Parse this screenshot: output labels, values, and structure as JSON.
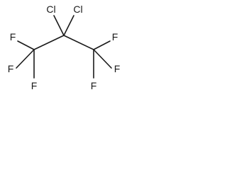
{
  "molecule": {
    "atoms": [
      {
        "element": "C",
        "label": ""
      },
      {
        "element": "C",
        "label": ""
      },
      {
        "element": "C",
        "label": ""
      },
      {
        "element": "Cl",
        "label": "Cl"
      },
      {
        "element": "Cl",
        "label": "Cl"
      },
      {
        "element": "F",
        "label": "F"
      },
      {
        "element": "F",
        "label": "F"
      },
      {
        "element": "F",
        "label": "F"
      },
      {
        "element": "F",
        "label": "F"
      },
      {
        "element": "F",
        "label": "F"
      },
      {
        "element": "F",
        "label": "F"
      }
    ],
    "bonds": [
      [
        0,
        1,
        1
      ],
      [
        1,
        2,
        1
      ],
      [
        1,
        3,
        1
      ],
      [
        1,
        4,
        1
      ],
      [
        0,
        5,
        1
      ],
      [
        0,
        6,
        1
      ],
      [
        0,
        7,
        1
      ],
      [
        2,
        8,
        1
      ],
      [
        2,
        9,
        1
      ],
      [
        2,
        10,
        1
      ]
    ]
  }
}
